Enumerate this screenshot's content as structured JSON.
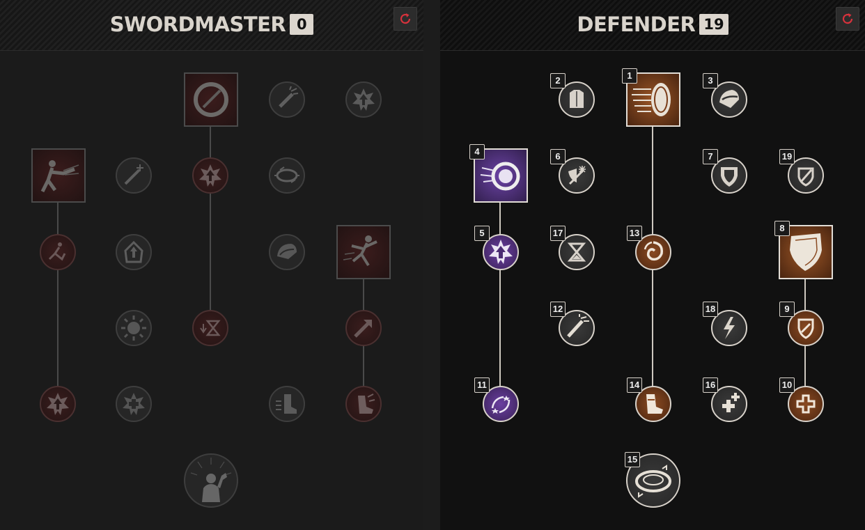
{
  "left_tree": {
    "name": "SWORDMASTER",
    "points": "0",
    "reset_icon": "reset-icon",
    "nodes": [
      {
        "icon": "sword-slash-icon",
        "state": "inactive"
      },
      {
        "icon": "blade-burst-icon",
        "state": "inactive"
      },
      {
        "icon": "power-up-icon",
        "state": "inactive"
      },
      {
        "icon": "lunge-strike-icon",
        "state": "inactive"
      },
      {
        "icon": "sword-plus-icon",
        "state": "inactive"
      },
      {
        "icon": "power-up-icon",
        "state": "inactive"
      },
      {
        "icon": "whirlwind-icon",
        "state": "inactive"
      },
      {
        "icon": "dash-kick-icon",
        "state": "inactive"
      },
      {
        "icon": "armor-up-icon",
        "state": "inactive"
      },
      {
        "icon": "shoulder-guard-icon",
        "state": "inactive"
      },
      {
        "icon": "leaping-strike-icon",
        "state": "inactive"
      },
      {
        "icon": "sun-burst-icon",
        "state": "inactive"
      },
      {
        "icon": "hourglass-down-icon",
        "state": "inactive"
      },
      {
        "icon": "arrow-up-right-icon",
        "state": "inactive"
      },
      {
        "icon": "power-up-icon",
        "state": "inactive"
      },
      {
        "icon": "health-badge-icon",
        "state": "inactive"
      },
      {
        "icon": "boot-speed-icon",
        "state": "inactive"
      },
      {
        "icon": "boot-kick-icon",
        "state": "inactive"
      },
      {
        "icon": "fist-raise-icon",
        "state": "inactive"
      }
    ]
  },
  "right_tree": {
    "name": "DEFENDER",
    "points": "19",
    "reset_icon": "reset-icon",
    "nodes": [
      {
        "rank": "1",
        "icon": "shield-bash-icon"
      },
      {
        "rank": "2",
        "icon": "chest-armor-icon"
      },
      {
        "rank": "3",
        "icon": "helmet-icon"
      },
      {
        "rank": "4",
        "icon": "shield-throw-icon"
      },
      {
        "rank": "5",
        "icon": "power-up-icon"
      },
      {
        "rank": "6",
        "icon": "shield-frost-icon"
      },
      {
        "rank": "7",
        "icon": "kite-shield-icon"
      },
      {
        "rank": "8",
        "icon": "tower-shield-icon"
      },
      {
        "rank": "9",
        "icon": "shield-check-icon"
      },
      {
        "rank": "10",
        "icon": "health-plus-icon"
      },
      {
        "rank": "11",
        "icon": "stars-cycle-icon"
      },
      {
        "rank": "12",
        "icon": "sword-swing-icon"
      },
      {
        "rank": "13",
        "icon": "vortex-icon"
      },
      {
        "rank": "14",
        "icon": "boot-icon"
      },
      {
        "rank": "15",
        "icon": "ground-ring-icon"
      },
      {
        "rank": "16",
        "icon": "double-plus-icon"
      },
      {
        "rank": "17",
        "icon": "hourglass-icon"
      },
      {
        "rank": "18",
        "icon": "lightning-icon"
      },
      {
        "rank": "19",
        "icon": "shield-slash-icon"
      }
    ]
  }
}
